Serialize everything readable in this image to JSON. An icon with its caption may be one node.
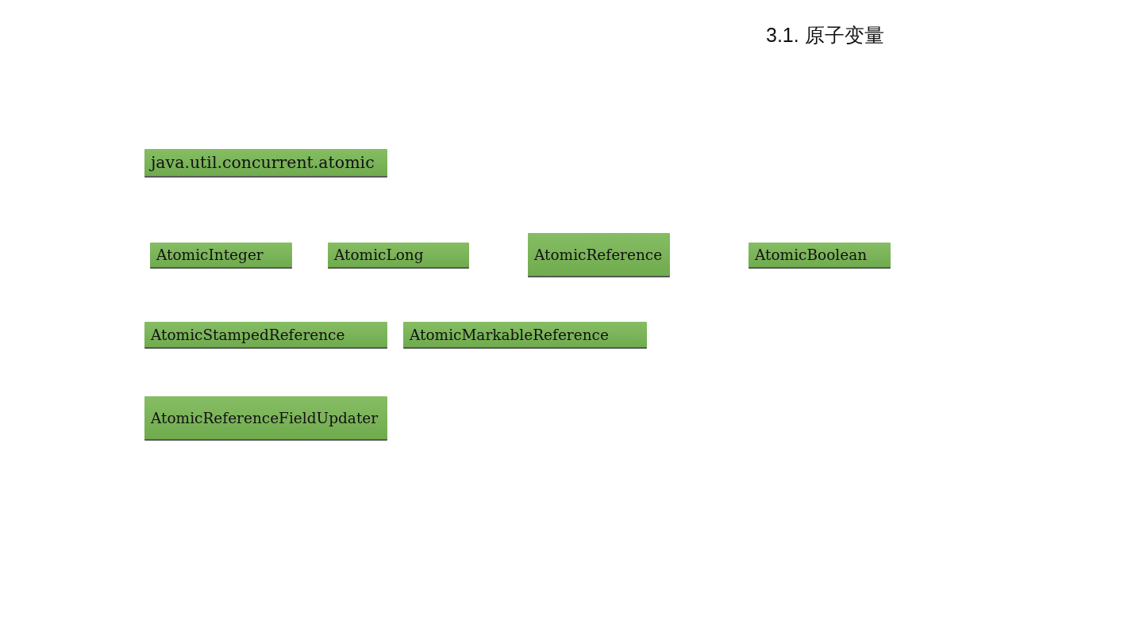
{
  "diagram": {
    "title": "3.1. 原子变量",
    "nodes": [
      {
        "text": [
          "java.util.concurrent.atomic"
        ]
      },
      {
        "text": [
          "AtomicInteger"
        ]
      },
      {
        "text": [
          "AtomicLong"
        ]
      },
      {
        "text": [
          "AtomicReference"
        ]
      },
      {
        "text": [
          "AtomicBoolean"
        ]
      },
      {
        "text": [
          "AtomicStampedReference"
        ]
      },
      {
        "text": [
          "AtomicMarkableReference"
        ]
      },
      {
        "text": [
          "AtomicReferenceFieldUpdater"
        ]
      }
    ]
  }
}
